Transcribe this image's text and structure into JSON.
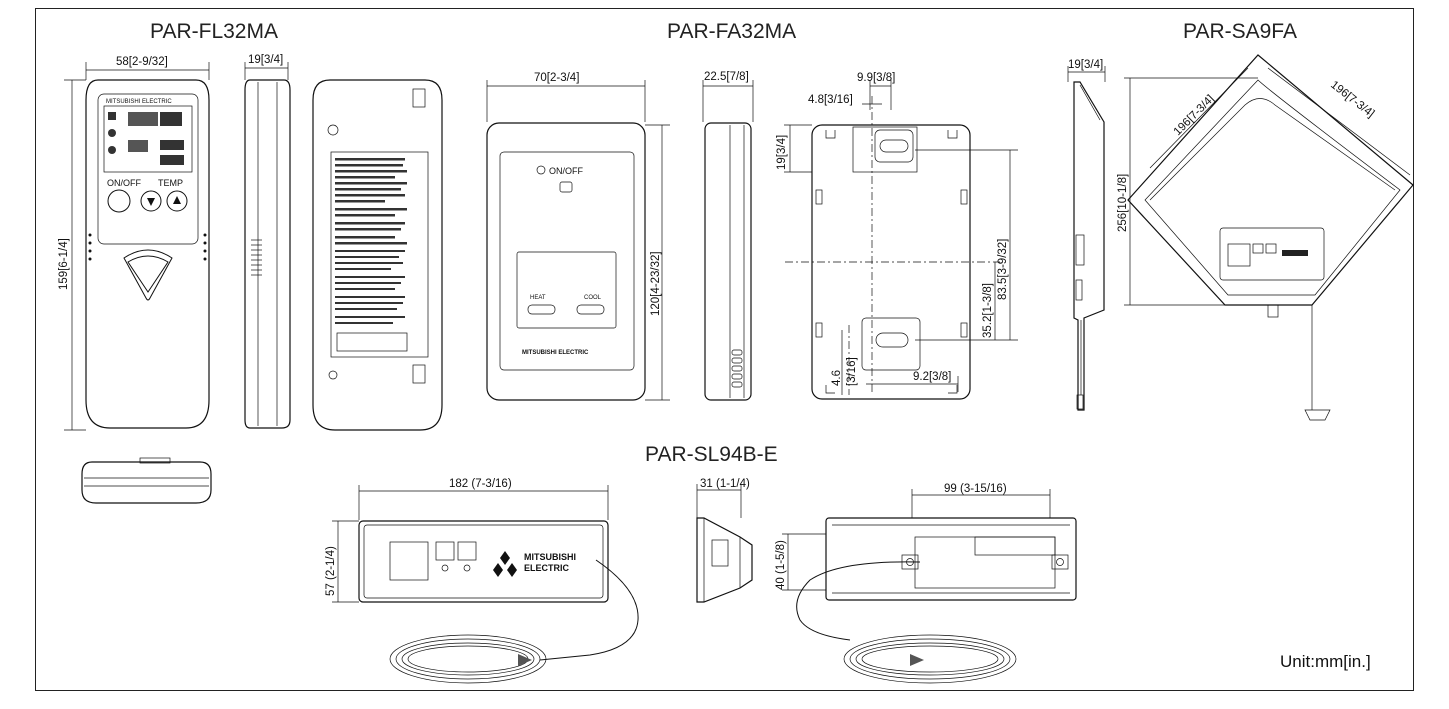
{
  "titles": {
    "fl32": "PAR-FL32MA",
    "fa32": "PAR-FA32MA",
    "sa9": "PAR-SA9FA",
    "sl94": "PAR-SL94B-E"
  },
  "dims": {
    "fl_width": "58[2-9/32]",
    "fl_depth": "19[3/4]",
    "fl_height": "159[6-1/4]",
    "fa_width": "70[2-3/4]",
    "fa_depth": "22.5[7/8]",
    "fa_height": "120[4-23/32]",
    "fa_b1": "9.9[3/8]",
    "fa_b2": "4.8[3/16]",
    "fa_b3": "19[3/4]",
    "fa_b4": "83.5[3-9/32]",
    "fa_b5": "35.2[1-3/8]",
    "fa_b6": "4.6",
    "fa_b6b": "[3/16]",
    "fa_b7": "9.2[3/8]",
    "sa_depth": "19[3/4]",
    "sa_side1": "196[7-3/4]",
    "sa_side2": "196[7-3/4]",
    "sa_height": "256[10-1/8]",
    "sl_width": "182 (7-3/16)",
    "sl_height": "57 (2-1/4)",
    "sl_depth": "31 (1-1/4)",
    "sl_back_w": "99 (3-15/16)",
    "sl_back_h": "40 (1-5/8)"
  },
  "labels": {
    "onoff_fl": "ON/OFF",
    "temp_fl": "TEMP",
    "onoff_fa": "ON/OFF",
    "heat": "HEAT",
    "cool": "COOL",
    "brand_fa": "MITSUBISHI ELECTRIC",
    "brand_fl": "MITSUBISHI ELECTRIC",
    "brand_sl_1": "MITSUBISHI",
    "brand_sl_2": "ELECTRIC"
  },
  "unit": "Unit:mm[in.]"
}
